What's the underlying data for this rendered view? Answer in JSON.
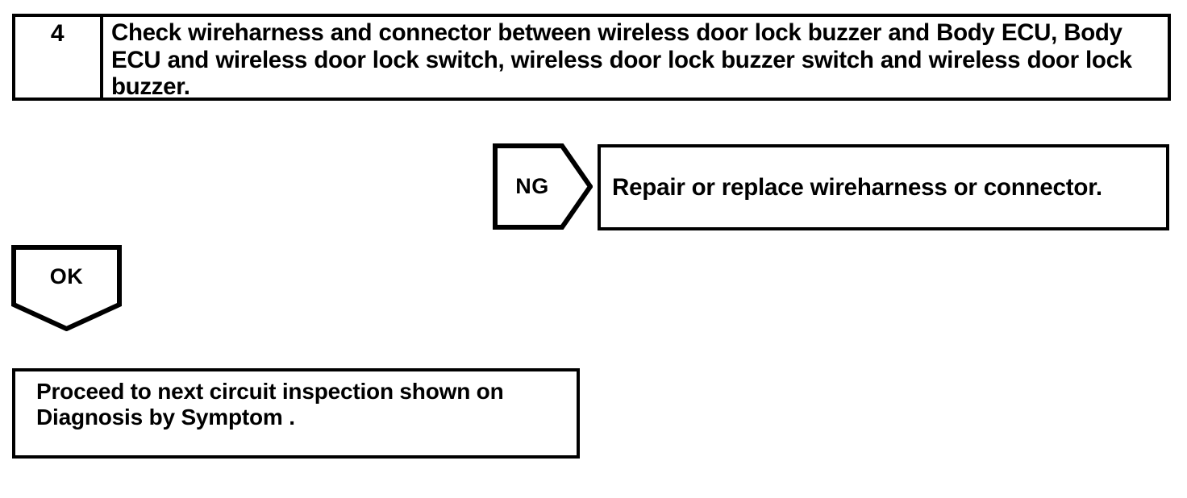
{
  "document": {
    "type": "diagnostic-flowchart",
    "background_color": "#ffffff",
    "line_color": "#000000"
  },
  "step_row": {
    "number": "4",
    "instruction": "Check wireharness and connector between wireless door lock buzzer and Body ECU, Body ECU and wireless door lock switch, wireless door lock buzzer switch and wireless door lock buzzer."
  },
  "branches": {
    "ng": {
      "label": "NG",
      "shape": "right-pointing-pentagon",
      "result_text": "Repair or replace wireharness or connector."
    },
    "ok": {
      "label": "OK",
      "shape": "down-pointing-pentagon",
      "result_text": "Proceed to next circuit inspection shown on Diagnosis by Symptom ."
    }
  }
}
